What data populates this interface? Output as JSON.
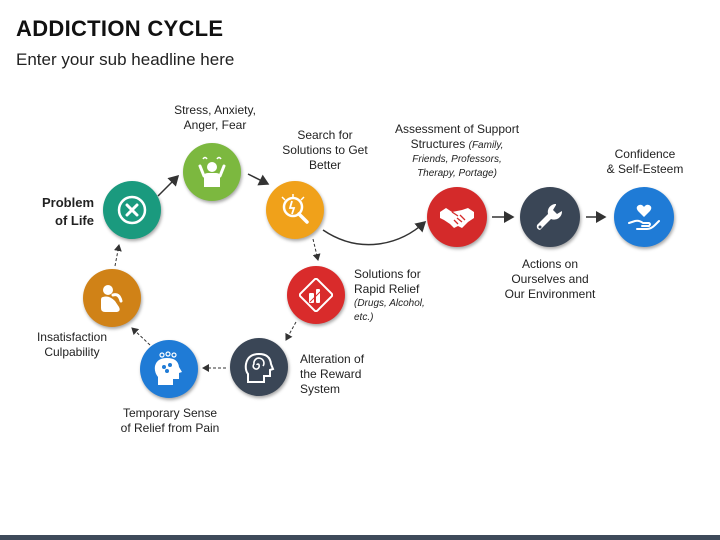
{
  "header": {
    "title": "ADDICTION CYCLE",
    "subtitle": "Enter your sub headline here"
  },
  "nodes": {
    "problem": {
      "label_line1": "Problem",
      "label_line2": "of Life",
      "color": "#1a9a7e",
      "icon": "close-x-icon"
    },
    "stress": {
      "label_line1": "Stress, Anxiety,",
      "label_line2": "Anger, Fear",
      "color": "#7cb83f",
      "icon": "frustrated-person-icon"
    },
    "search": {
      "label_line1": "Search for",
      "label_line2": "Solutions to Get",
      "label_line3": "Better",
      "color": "#f0a11a",
      "icon": "lightbulb-magnifier-icon"
    },
    "rapid": {
      "label_line1": "Solutions for",
      "label_line2": "Rapid Relief",
      "label_note1": "(Drugs, Alcohol,",
      "label_note2": "etc.)",
      "color": "#d92b2b",
      "icon": "drugs-sign-icon"
    },
    "reward": {
      "label_line1": "Alteration of",
      "label_line2": "the Reward",
      "label_line3": "System",
      "color": "#3a4656",
      "icon": "spiral-head-icon"
    },
    "temporary": {
      "label_line1": "Temporary Sense",
      "label_line2": "of Relief from Pain",
      "color": "#1f7bd6",
      "icon": "head-thoughts-icon"
    },
    "insatisfaction": {
      "label_line1": "Insatisfaction",
      "label_line2": "Culpability",
      "color": "#d08217",
      "icon": "sad-person-icon"
    },
    "assessment": {
      "label_line1": "Assessment of Support",
      "label_line2_main": "Structures ",
      "label_line2_note": "(Family,",
      "label_note1": "Friends, Professors,",
      "label_note2": "Therapy, Portage)",
      "color": "#d42a2a",
      "icon": "handshake-icon"
    },
    "actions": {
      "label_line1": "Actions on",
      "label_line2": "Ourselves and",
      "label_line3": "Our Environment",
      "color": "#3a4656",
      "icon": "wrench-icon"
    },
    "confidence": {
      "label_line1": "Confidence",
      "label_line2": "& Self-Esteem",
      "color": "#1f7bd6",
      "icon": "heart-hand-icon"
    }
  }
}
